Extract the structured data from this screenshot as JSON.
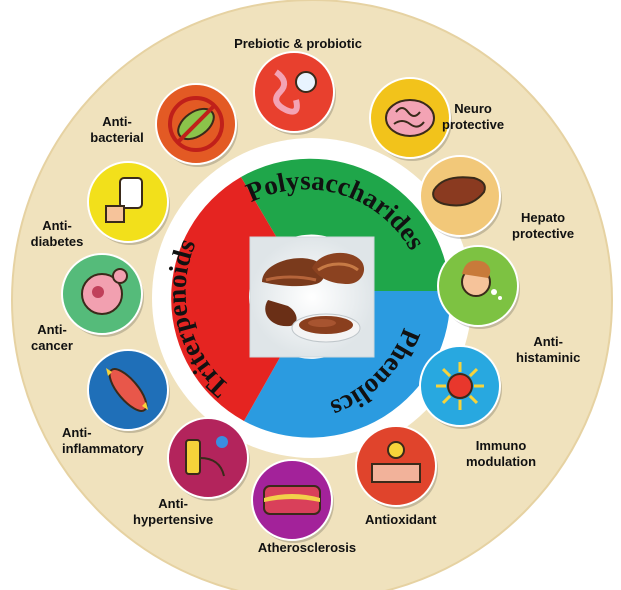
{
  "center": {
    "segments": [
      {
        "label": "Polysaccharides",
        "color": "#1fa64a"
      },
      {
        "label": "Phenolics",
        "color": "#2b9be0"
      },
      {
        "label": "Triterpenoids",
        "color": "#e52421"
      }
    ]
  },
  "benefits": [
    {
      "lines": [
        "Prebiotic & probiotic"
      ],
      "icon": "digestive-bacteria-icon",
      "color": "#e8402e"
    },
    {
      "lines": [
        "Neuro",
        "protective"
      ],
      "icon": "brain-icon",
      "color": "#f2c31b"
    },
    {
      "lines": [
        "Hepato",
        "protective"
      ],
      "icon": "liver-icon",
      "color": "#f2c879"
    },
    {
      "lines": [
        "Anti-",
        "histaminic"
      ],
      "icon": "allergy-sneeze-icon",
      "color": "#7dc242"
    },
    {
      "lines": [
        "Immuno",
        "modulation"
      ],
      "icon": "immune-cell-icon",
      "color": "#28a8e0"
    },
    {
      "lines": [
        "Antioxidant"
      ],
      "icon": "skin-cell-icon",
      "color": "#e0442c"
    },
    {
      "lines": [
        "Atherosclerosis"
      ],
      "icon": "artery-plaque-icon",
      "color": "#a3229a"
    },
    {
      "lines": [
        "Anti-",
        "hypertensive"
      ],
      "icon": "blood-pressure-icon",
      "color": "#b3245c"
    },
    {
      "lines": [
        "Anti-",
        "inflammatory"
      ],
      "icon": "inflamed-muscle-icon",
      "color": "#1f6fb8"
    },
    {
      "lines": [
        "Anti-",
        "cancer"
      ],
      "icon": "cancer-cell-icon",
      "color": "#55bb7a"
    },
    {
      "lines": [
        "Anti-",
        "diabetes"
      ],
      "icon": "glucometer-icon",
      "color": "#f2e01b"
    },
    {
      "lines": [
        "Anti-",
        "bacterial"
      ],
      "icon": "no-bacteria-icon",
      "color": "#e35a24"
    }
  ],
  "colors": {
    "background": "#f0e2bd",
    "inner_ring": "#ffffff"
  }
}
